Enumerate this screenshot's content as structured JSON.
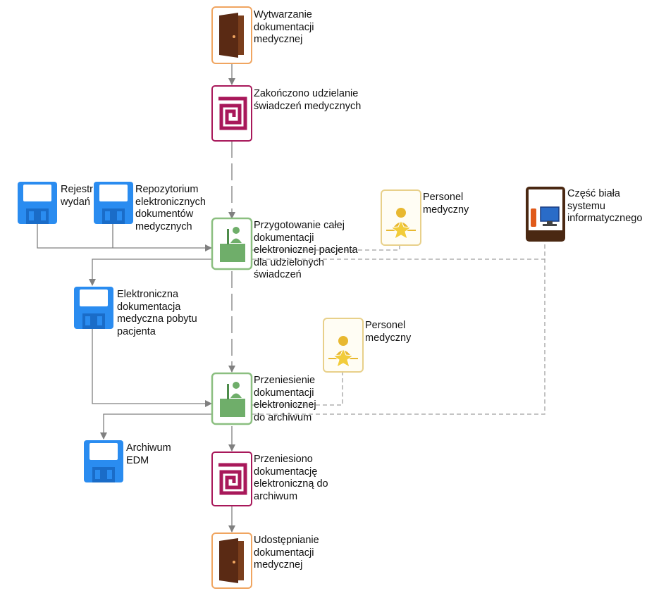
{
  "nodes": {
    "start_interface": "Wytwarzanie dokumentacji medycznej",
    "event_finished": "Zakończono udzielanie świadczeń medycznych",
    "doc_registry": "Rejestr wydań",
    "doc_repository": "Repozytorium elektronicznych dokumentów medycznych",
    "function_prepare": "Przygotowanie całej dokumentacji elektronicznej pacjenta dla udzielonych świadczeń",
    "role_staff_1": "Personel medyczny",
    "system_white": "Część biała systemu informatycznego",
    "doc_edm_stay": "Elektroniczna dokumentacja medyczna pobytu pacjenta",
    "role_staff_2": "Personel medyczny",
    "function_transfer": "Przeniesienie dokumentacji elektronicznej do archiwum",
    "doc_archive": "Archiwum EDM",
    "event_transferred": "Przeniesiono dokumentację elektroniczną do archiwum",
    "end_interface": "Udostępnianie dokumentacji medycznej"
  },
  "colors": {
    "interface_border": "#f0a560",
    "interface_door": "#5a2a14",
    "event_border": "#a8185a",
    "function_border": "#8bbf80",
    "function_fill": "#6fae6a",
    "document_blue": "#2a8cf0",
    "role_border": "#e8d08a",
    "role_figure": "#e8b830",
    "system_fill": "#4a2812",
    "connector": "#808080"
  },
  "icons": [
    "door-icon",
    "spiral-icon",
    "floppy-disk-icon",
    "person-at-desk-icon",
    "person-star-icon",
    "computer-icon"
  ]
}
